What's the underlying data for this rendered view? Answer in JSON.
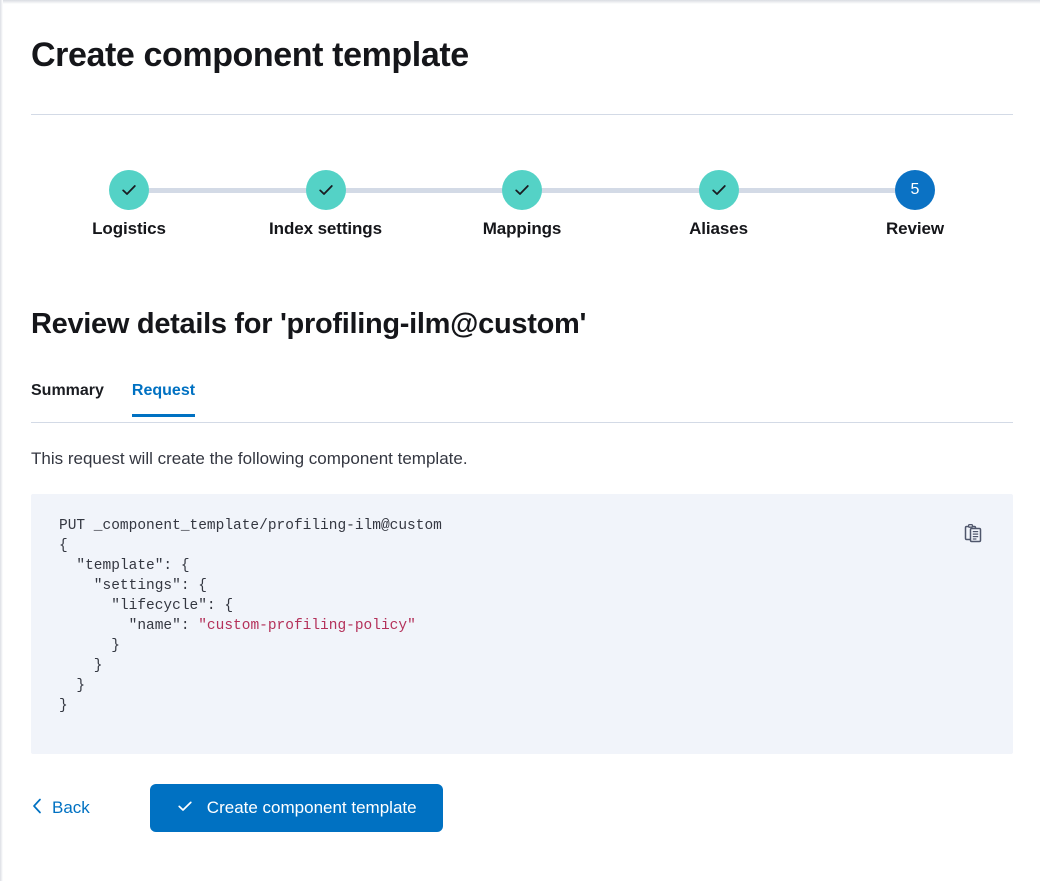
{
  "page": {
    "title": "Create component template",
    "review_heading": "Review details for 'profiling-ilm@custom'",
    "description": "This request will create the following component template."
  },
  "stepper": {
    "steps": [
      {
        "label": "Logistics",
        "state": "done",
        "indicator": "check-icon"
      },
      {
        "label": "Index settings",
        "state": "done",
        "indicator": "check-icon"
      },
      {
        "label": "Mappings",
        "state": "done",
        "indicator": "check-icon"
      },
      {
        "label": "Aliases",
        "state": "done",
        "indicator": "check-icon"
      },
      {
        "label": "Review",
        "state": "current",
        "indicator": "5"
      }
    ],
    "colors": {
      "done": "#54d2c6",
      "current": "#0b72c4",
      "connector": "#d3dae6"
    }
  },
  "tabs": {
    "items": [
      {
        "label": "Summary",
        "active": false
      },
      {
        "label": "Request",
        "active": true
      }
    ],
    "active_color": "#0071c2"
  },
  "code_block": {
    "method_line": "PUT _component_template/profiling-ilm@custom",
    "lines": [
      "PUT _component_template/profiling-ilm@custom",
      "{",
      "  \"template\": {",
      "    \"settings\": {",
      "      \"lifecycle\": {",
      "        \"name\": \"custom-profiling-policy\"",
      "      }",
      "    }",
      "  }",
      "}"
    ],
    "string_value": "\"custom-profiling-policy\"",
    "copy_label": "copy-icon",
    "background": "#f1f4fa",
    "text_color": "#343741",
    "string_color": "#b4315a"
  },
  "actions": {
    "back_label": "Back",
    "back_icon": "chevron-left-icon",
    "submit_label": "Create component template",
    "submit_icon": "check-icon",
    "submit_color": "#0071c2"
  }
}
